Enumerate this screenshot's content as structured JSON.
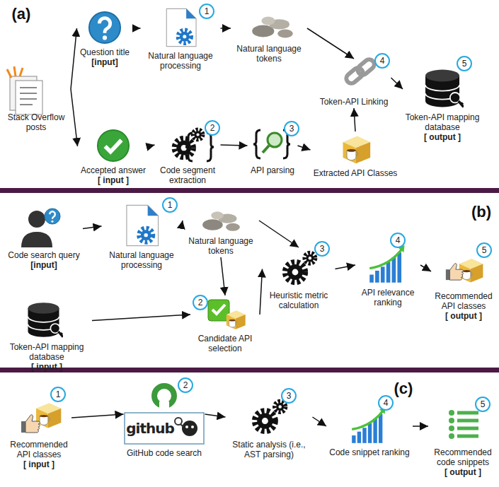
{
  "diagram": {
    "nodes": [
      {
        "text": [
          "Stack Overflow posts"
        ]
      },
      {
        "text": [
          "Question title",
          "[input]"
        ]
      },
      {
        "text": [
          "Natural language processing"
        ]
      },
      {
        "text": [
          "Natural language tokens"
        ]
      },
      {
        "text": [
          "Token-API Linking"
        ]
      },
      {
        "text": [
          "Token-API mapping database",
          "[ output ]"
        ]
      },
      {
        "text": [
          "Accepted answer",
          "[ input ]"
        ]
      },
      {
        "text": [
          "Code segment extraction"
        ]
      },
      {
        "text": [
          "API parsing"
        ]
      },
      {
        "text": [
          "Extracted API Classes"
        ]
      },
      {
        "text": [
          "Code search query",
          "[input]"
        ]
      },
      {
        "text": [
          "Natural language processing"
        ]
      },
      {
        "text": [
          "Natural language tokens"
        ]
      },
      {
        "text": [
          "Token-API mapping database",
          "[ input ]"
        ]
      },
      {
        "text": [
          "Candidate API selection"
        ]
      },
      {
        "text": [
          "Heuristic metric calculation"
        ]
      },
      {
        "text": [
          "API relevance ranking"
        ]
      },
      {
        "text": [
          "Recommended API classes",
          "[ output ]"
        ]
      },
      {
        "text": [
          "Recommended API classes",
          "[ input ]"
        ]
      },
      {
        "text": [
          "GitHub code search"
        ]
      },
      {
        "text": [
          "Static analysis (i.e., AST parsing)"
        ]
      },
      {
        "text": [
          "Code snippet ranking"
        ]
      },
      {
        "text": [
          "Recommended code snippets",
          "[ output ]"
        ]
      }
    ],
    "edges": [
      {
        "from": 0,
        "to": 1,
        "arrow": "to"
      },
      {
        "from": 0,
        "to": 6,
        "arrow": "to"
      },
      {
        "from": 1,
        "to": 2,
        "arrow": "to"
      },
      {
        "from": 2,
        "to": 3,
        "arrow": "to"
      },
      {
        "from": 3,
        "to": 4,
        "arrow": "to"
      },
      {
        "from": 6,
        "to": 7,
        "arrow": "to"
      },
      {
        "from": 7,
        "to": 8,
        "arrow": "to"
      },
      {
        "from": 8,
        "to": 9,
        "arrow": "to"
      },
      {
        "from": 9,
        "to": 4,
        "arrow": "to"
      },
      {
        "from": 4,
        "to": 5,
        "arrow": "to"
      },
      {
        "from": 10,
        "to": 11,
        "arrow": "to"
      },
      {
        "from": 11,
        "to": 12,
        "arrow": "to"
      },
      {
        "from": 12,
        "to": 15,
        "arrow": "to"
      },
      {
        "from": 12,
        "to": 14,
        "arrow": "to"
      },
      {
        "from": 13,
        "to": 14,
        "arrow": "to"
      },
      {
        "from": 14,
        "to": 15,
        "arrow": "to"
      },
      {
        "from": 15,
        "to": 16,
        "arrow": "to"
      },
      {
        "from": 16,
        "to": 17,
        "arrow": "to"
      },
      {
        "from": 18,
        "to": 19,
        "arrow": "to"
      },
      {
        "from": 19,
        "to": 20,
        "arrow": "to"
      },
      {
        "from": 20,
        "to": 21,
        "arrow": "to"
      },
      {
        "from": 21,
        "to": 22,
        "arrow": "to"
      }
    ],
    "labels": [
      "(a)",
      "1",
      "2",
      "3",
      "4",
      "5",
      "(b)",
      "1",
      "2",
      "3",
      "4",
      "5",
      "(c)",
      "1",
      "2",
      "3",
      "4",
      "5",
      "github"
    ]
  }
}
